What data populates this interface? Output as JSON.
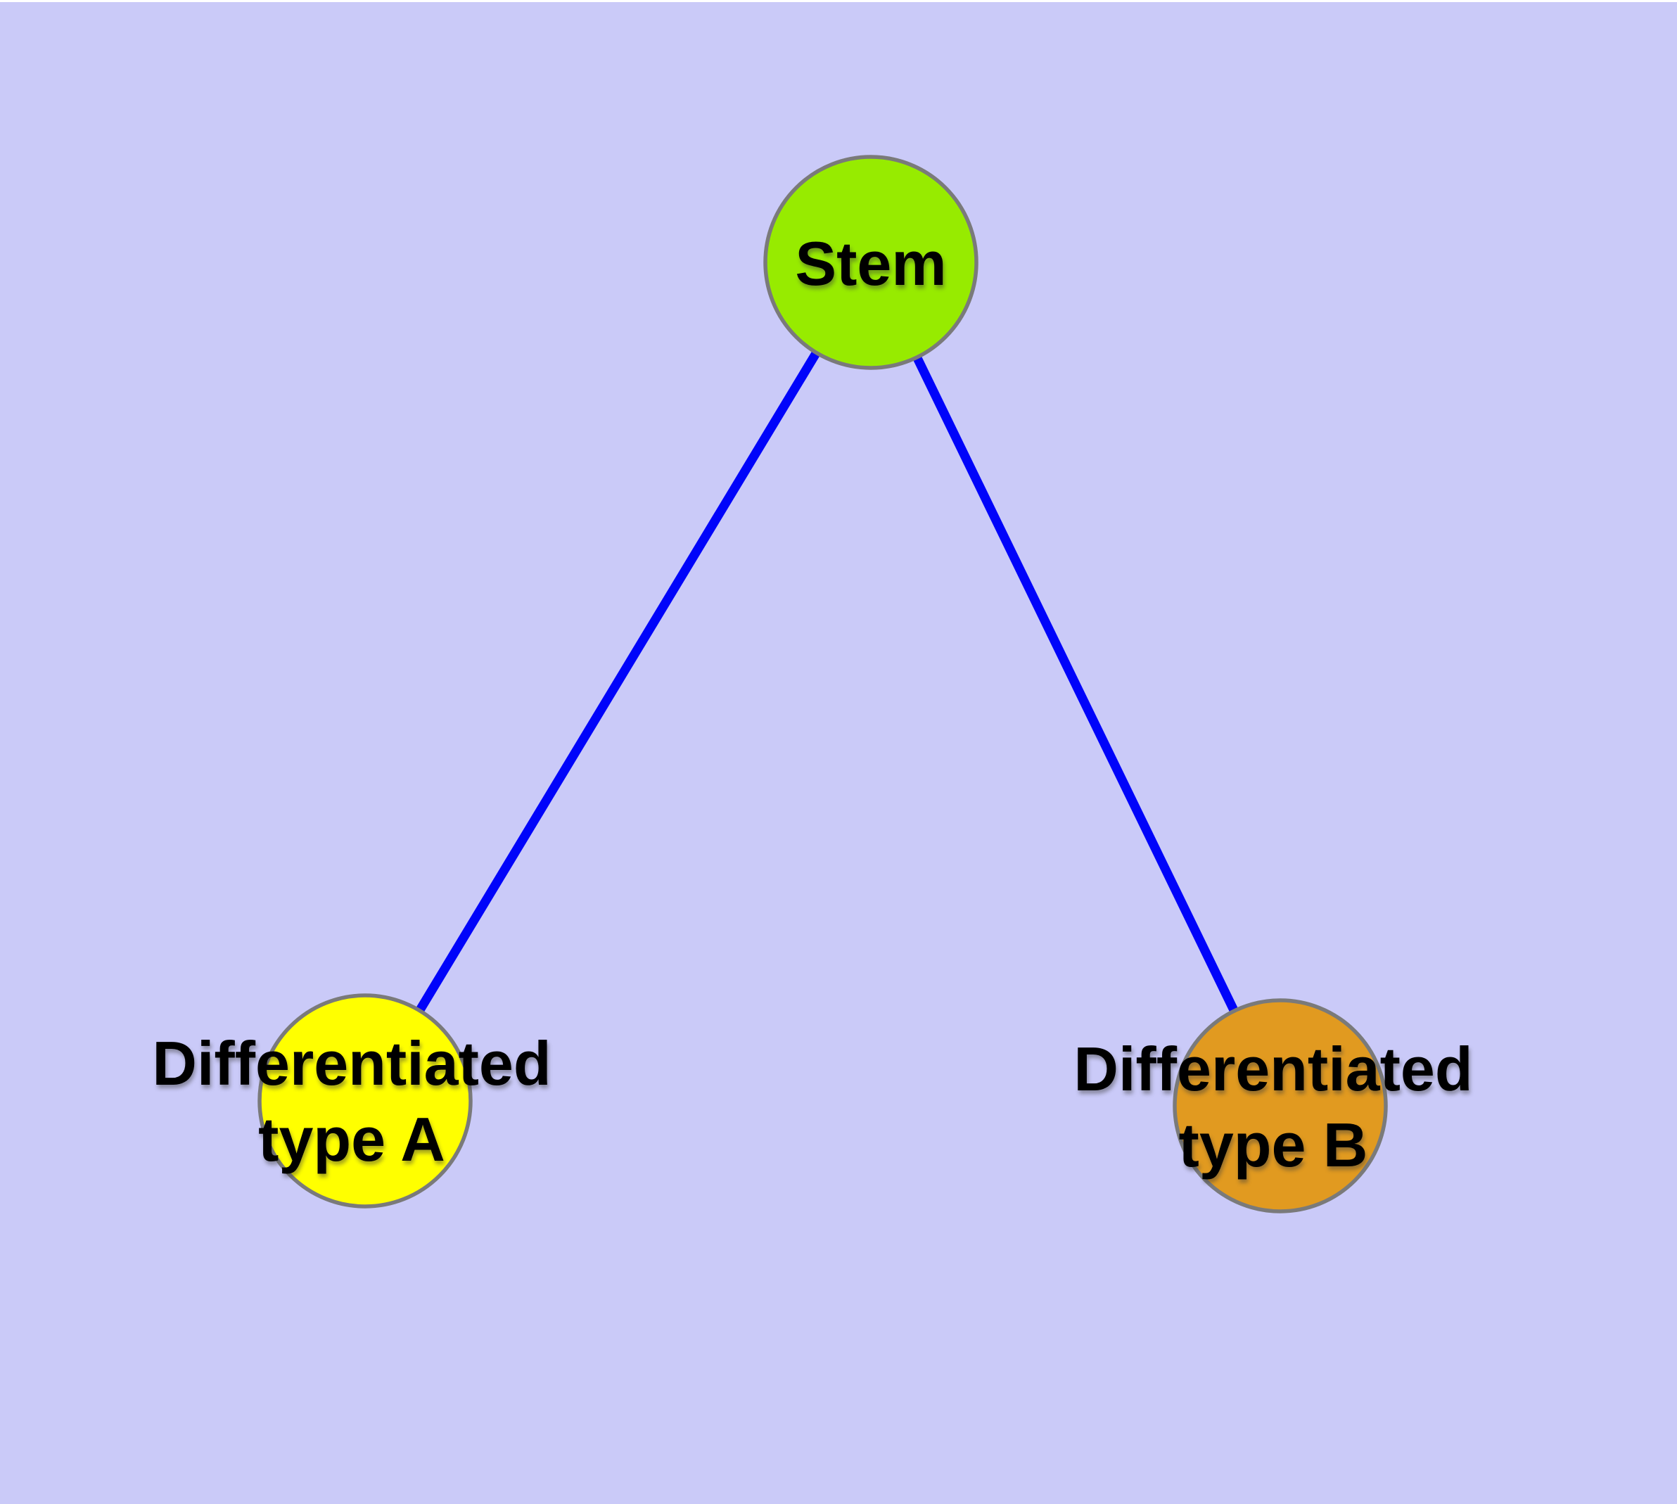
{
  "diagram": {
    "type": "node-link-graph",
    "background_color": "#CACAF8",
    "top_border_color": "#FFFFFF",
    "edge_color": "#0004FA",
    "node_border_color": "#7A7A7A",
    "label_color": "#000000",
    "nodes": {
      "stem": {
        "label": "Stem",
        "fill": "#97EB00"
      },
      "type_a": {
        "label_line1": "Differentiated",
        "label_line2": "type A",
        "fill": "#FFFF00"
      },
      "type_b": {
        "label_line1": "Differentiated",
        "label_line2": "type B",
        "fill": "#E19A20"
      }
    },
    "edges": [
      {
        "from": "Stem",
        "to": "Differentiated type A"
      },
      {
        "from": "Stem",
        "to": "Differentiated type B"
      }
    ]
  }
}
